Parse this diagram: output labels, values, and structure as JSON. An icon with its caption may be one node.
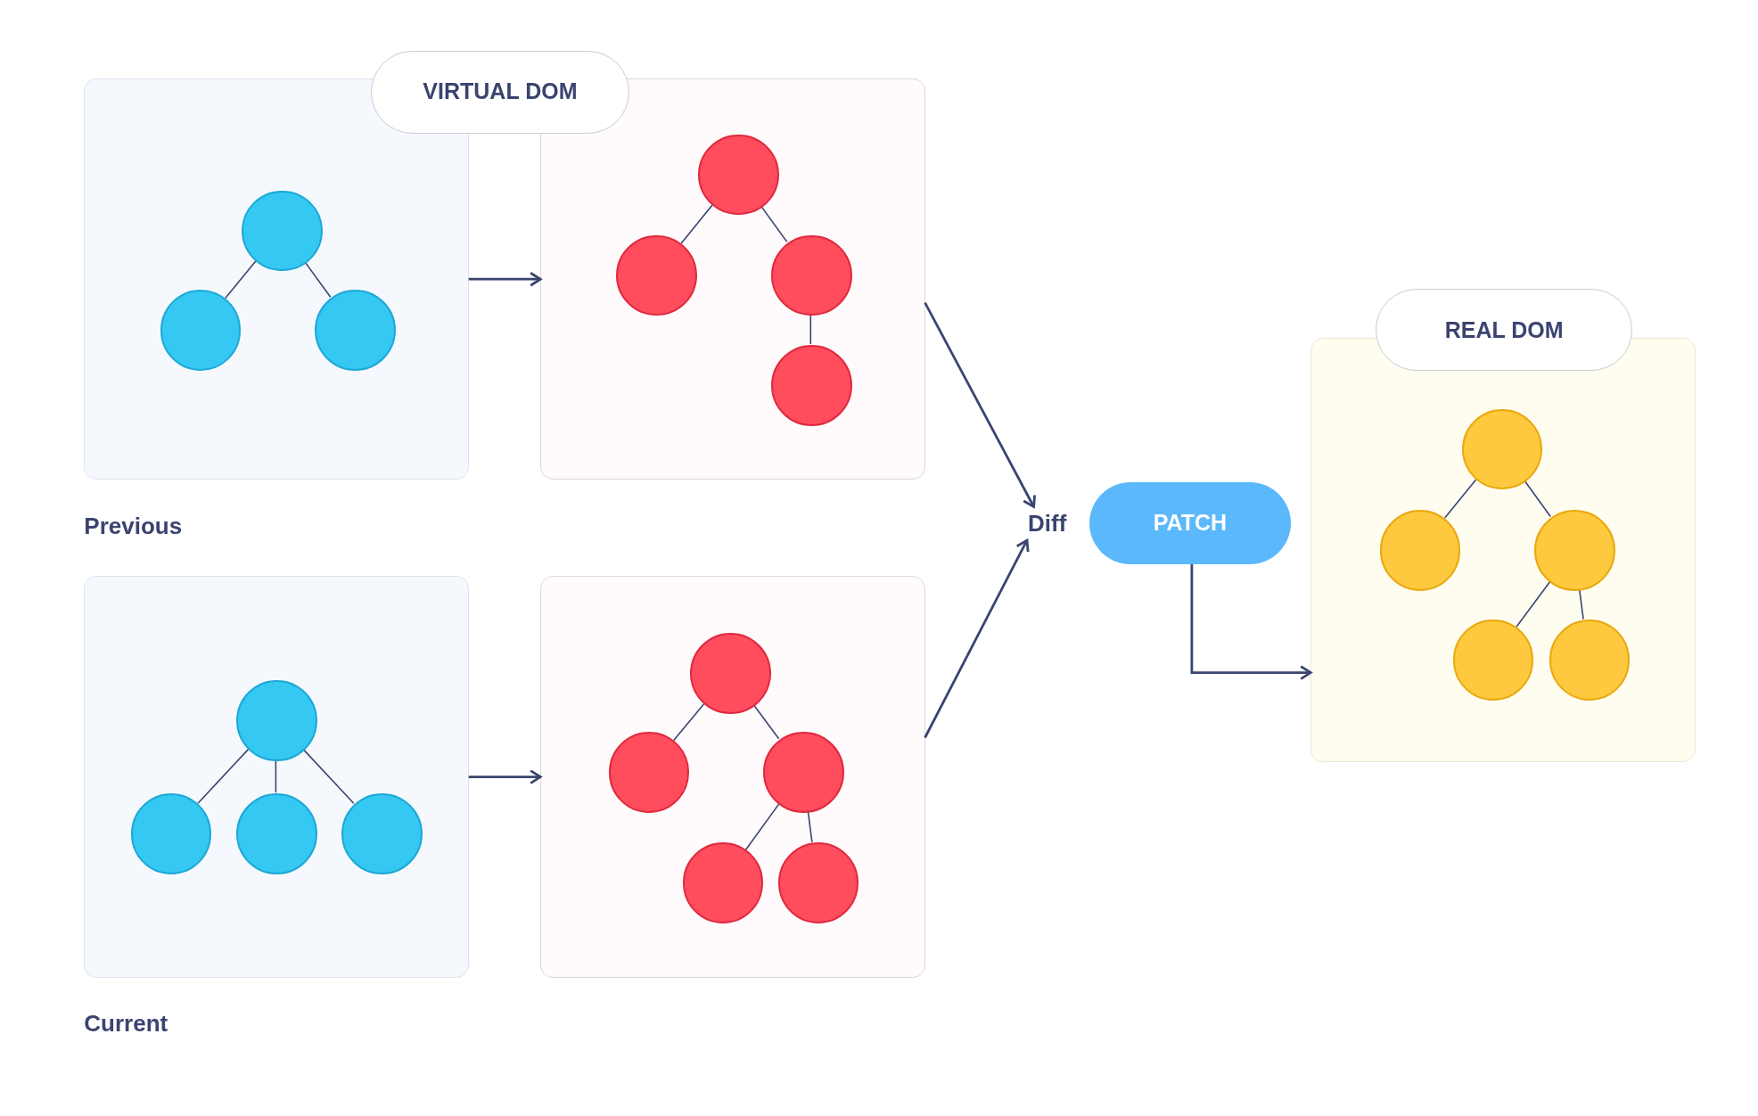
{
  "diagram": {
    "nodes": [
      {
        "text": [
          "VIRTUAL DOM"
        ]
      },
      {
        "text": [],
        "shape": "box",
        "beside": [
          "Previous"
        ]
      },
      {
        "text": [],
        "shape": "circle",
        "in": 1
      },
      {
        "text": [],
        "shape": "circle",
        "in": 1
      },
      {
        "text": [],
        "shape": "circle",
        "in": 1
      },
      {
        "text": [],
        "shape": "box"
      },
      {
        "text": [],
        "shape": "circle",
        "in": 5
      },
      {
        "text": [],
        "shape": "circle",
        "in": 5
      },
      {
        "text": [],
        "shape": "circle",
        "in": 5
      },
      {
        "text": [],
        "shape": "circle",
        "in": 5
      },
      {
        "text": [
          "Diff"
        ]
      },
      {
        "text": [
          "PATCH"
        ]
      },
      {
        "text": [
          "REAL DOM"
        ]
      },
      {
        "text": [],
        "shape": "box"
      },
      {
        "text": [],
        "shape": "circle",
        "in": 13
      },
      {
        "text": [],
        "shape": "circle",
        "in": 13
      },
      {
        "text": [],
        "shape": "circle",
        "in": 13
      },
      {
        "text": [],
        "shape": "circle",
        "in": 13
      },
      {
        "text": [],
        "shape": "circle",
        "in": 13
      },
      {
        "text": [],
        "shape": "box",
        "beside": [
          "Current"
        ]
      },
      {
        "text": [],
        "shape": "circle",
        "in": 19
      },
      {
        "text": [],
        "shape": "circle",
        "in": 19
      },
      {
        "text": [],
        "shape": "circle",
        "in": 19
      },
      {
        "text": [],
        "shape": "circle",
        "in": 19
      },
      {
        "text": [],
        "shape": "box"
      },
      {
        "text": [],
        "shape": "circle",
        "in": 24
      },
      {
        "text": [],
        "shape": "circle",
        "in": 24
      },
      {
        "text": [],
        "shape": "circle",
        "in": 24
      },
      {
        "text": [],
        "shape": "circle",
        "in": 24
      },
      {
        "text": [],
        "shape": "circle",
        "in": 24
      }
    ],
    "edges": [
      {
        "from": 1,
        "to": 5,
        "arrow": "to"
      },
      {
        "from": 2,
        "to": 3,
        "arrow": "none"
      },
      {
        "from": 2,
        "to": 4,
        "arrow": "none"
      },
      {
        "from": 6,
        "to": 7,
        "arrow": "none"
      },
      {
        "from": 6,
        "to": 8,
        "arrow": "none"
      },
      {
        "from": 8,
        "to": 9,
        "arrow": "none"
      },
      {
        "from": 5,
        "to": 10,
        "arrow": "to"
      },
      {
        "from": 24,
        "to": 10,
        "arrow": "to"
      },
      {
        "from": 11,
        "to": 13,
        "arrow": "to"
      },
      {
        "from": 14,
        "to": 15,
        "arrow": "none"
      },
      {
        "from": 14,
        "to": 16,
        "arrow": "none"
      },
      {
        "from": 16,
        "to": 17,
        "arrow": "none"
      },
      {
        "from": 16,
        "to": 18,
        "arrow": "none"
      },
      {
        "from": 19,
        "to": 24,
        "arrow": "to"
      },
      {
        "from": 20,
        "to": 21,
        "arrow": "none"
      },
      {
        "from": 20,
        "to": 22,
        "arrow": "none"
      },
      {
        "from": 20,
        "to": 23,
        "arrow": "none"
      },
      {
        "from": 25,
        "to": 26,
        "arrow": "none"
      },
      {
        "from": 25,
        "to": 27,
        "arrow": "none"
      },
      {
        "from": 27,
        "to": 28,
        "arrow": "none"
      },
      {
        "from": 27,
        "to": 29,
        "arrow": "none"
      }
    ]
  }
}
